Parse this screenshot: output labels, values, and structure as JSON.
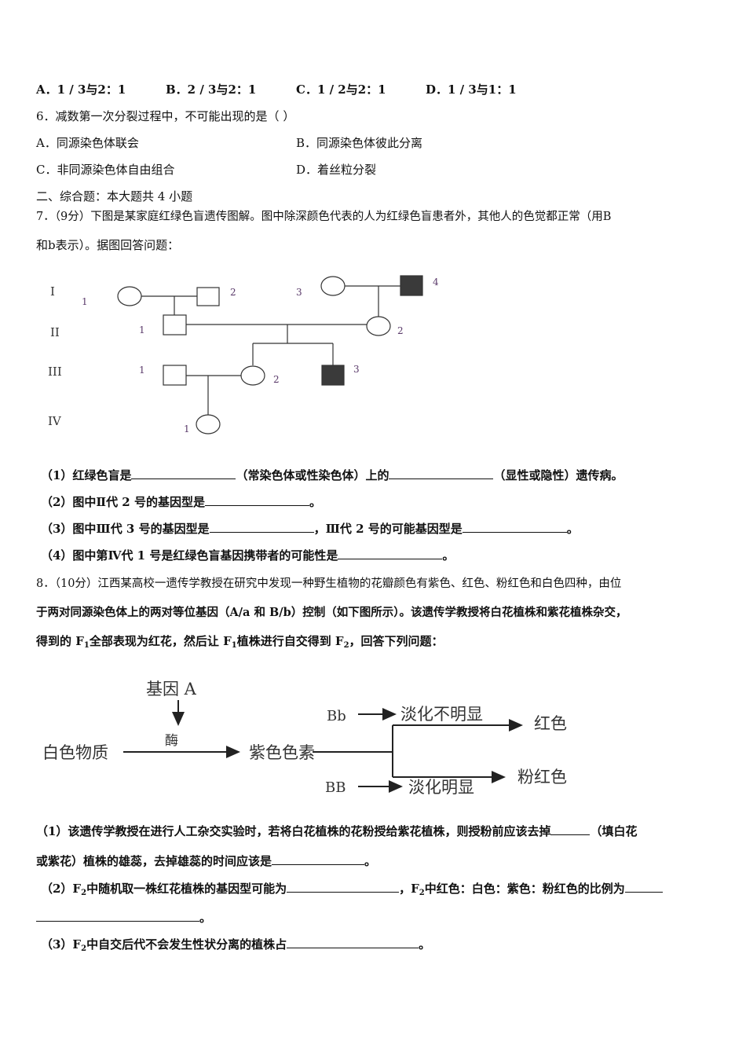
{
  "q5_options": [
    "A．1 / 3与2：1",
    "B．2 / 3与2：1",
    "C．1 / 2与2：1",
    "D．1 / 3与1：1"
  ],
  "q6": {
    "stem": "6．减数第一次分裂过程中，不可能出现的是（    ）",
    "options": [
      "A．同源染色体联会",
      "B．同源染色体彼此分离",
      "C．非同源染色体自由组合",
      "D．着丝粒分裂"
    ]
  },
  "section2": "二、综合题：本大题共 4 小题",
  "q7": {
    "stem_line1": "7．（9分）下图是某家庭红绿色盲遗传图解。图中除深颜色代表的人为红绿色盲患者外，其他人的色觉都正常（用B",
    "stem_line2": "和b表示）。据图回答问题：",
    "pedigree": {
      "generations": [
        "I",
        "II",
        "III",
        "IV"
      ],
      "labels": {
        "g1_1": "1",
        "g1_2": "2",
        "g1_3": "3",
        "g1_4": "4",
        "g2_1": "1",
        "g2_2": "2",
        "g3_1": "1",
        "g3_2": "2",
        "g3_3": "3",
        "g4_1": "1"
      }
    },
    "sub1_a": "（1）红绿色盲是",
    "sub1_b": "（常染色体或性染色体）上的",
    "sub1_c": "（显性或隐性）遗传病。",
    "sub2_a": "（2）图中Ⅱ代 2 号的基因型是",
    "sub2_b": "。",
    "sub3_a": "（3）图中Ⅲ代 3 号的基因型是",
    "sub3_b": "，Ⅲ代 2 号的可能基因型是",
    "sub3_c": "。",
    "sub4_a": "（4）图中第Ⅳ代 1 号是红绿色盲基因携带者的可能性是",
    "sub4_b": "。"
  },
  "q8": {
    "stem_line1": "8．（10分）江西某高校一遗传学教授在研究中发现一种野生植物的花瓣颜色有紫色、红色、粉红色和白色四种，由位",
    "stem_line2": "于两对同源染色体上的两对等位基因（A/a 和 B/b）控制（如下图所示）。该遗传学教授将白花植株和紫花植株杂交，",
    "stem_line3_a": "得到的 F",
    "stem_line3_sub1": "1",
    "stem_line3_b": "全部表现为红花，然后让 F",
    "stem_line3_sub2": "1",
    "stem_line3_c": "植株进行自交得到 F",
    "stem_line3_sub3": "2",
    "stem_line3_d": "，回答下列问题：",
    "diagram": {
      "gene_a": "基因 A",
      "enzyme": "酶",
      "white_substance": "白色物质",
      "purple_pigment": "紫色色素",
      "bb_het": "Bb",
      "bb_hom": "BB",
      "faint_unclear": "淡化不明显",
      "faint_clear": "淡化明显",
      "red": "红色",
      "pink": "粉红色"
    },
    "sub1_a": "（1）该遗传学教授在进行人工杂交实验时，若将白花植株的花粉授给紫花植株，则授粉前应该去掉",
    "sub1_b": "（填白花",
    "sub1_c": "或紫花）植株的雄蕊，去掉雄蕊的时间应该是",
    "sub1_d": "。",
    "sub2_a": "（2）F",
    "sub2_sub": "2",
    "sub2_b": "中随机取一株红花植株的基因型可能为",
    "sub2_c": "，F",
    "sub2_sub2": "2",
    "sub2_d": "中红色：白色：紫色：粉红色的比例为",
    "sub2_e": "。",
    "sub3_a": "（3）F",
    "sub3_sub": "2",
    "sub3_b": "中自交后代不会发生性状分离的植株占",
    "sub3_c": "。"
  }
}
